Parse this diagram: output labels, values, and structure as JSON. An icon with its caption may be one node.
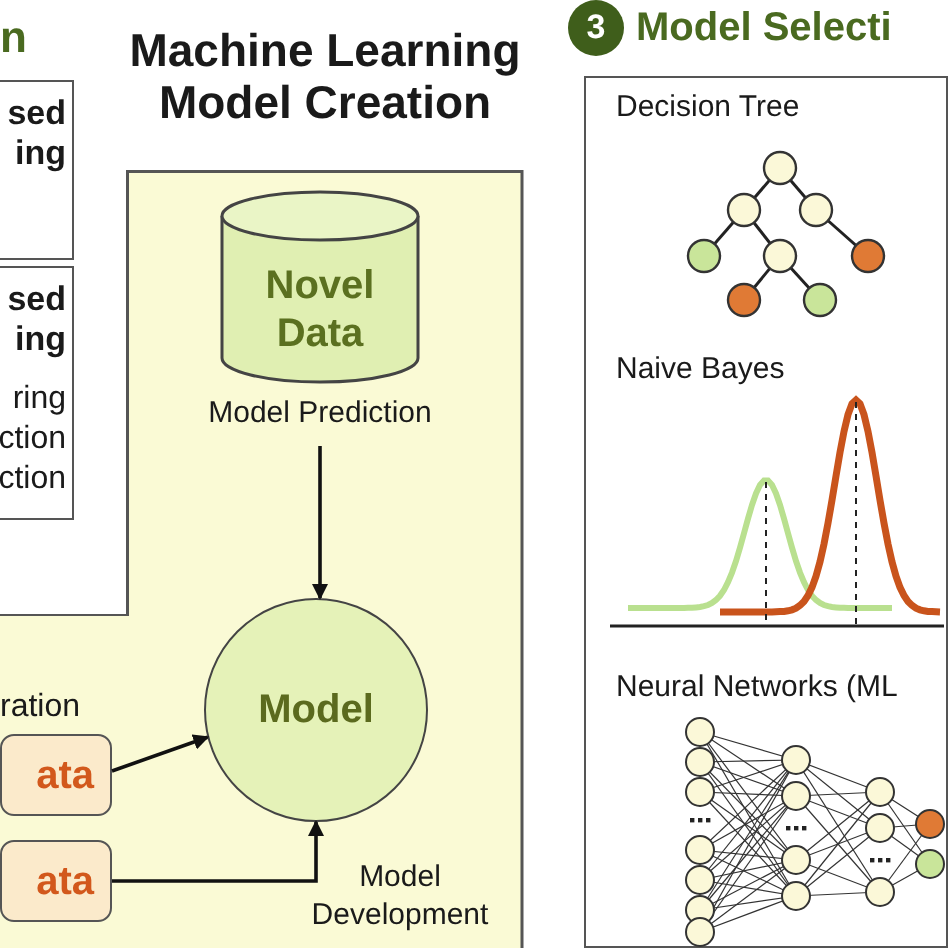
{
  "diagram": {
    "nodes": [
      {
        "text": [
          "sed ing"
        ]
      },
      {
        "text": [
          "sed ing",
          "ring ction ction"
        ]
      },
      {
        "text": [
          "Machine Learning Model Creation"
        ]
      },
      {
        "text": [
          "Novel Data"
        ],
        "beside": [
          "Model Prediction"
        ],
        "in": 2
      },
      {
        "text": [
          "Model"
        ],
        "beside": [
          "Model Development"
        ],
        "in": 2
      },
      {
        "text": [
          "ata"
        ]
      },
      {
        "text": [
          "ata"
        ]
      },
      {
        "text": [
          "3"
        ]
      },
      {
        "text": [
          "Model Selecti"
        ]
      }
    ],
    "edges": [
      {
        "from": 3,
        "to": 4,
        "arrow": "to"
      },
      {
        "from": 5,
        "to": 4,
        "arrow": "to"
      },
      {
        "from": 6,
        "to": 4,
        "arrow": "to"
      }
    ],
    "labels": [
      "n",
      "ration",
      "Decision Tree",
      "Naive Bayes",
      "Neural Networks (ML"
    ]
  }
}
